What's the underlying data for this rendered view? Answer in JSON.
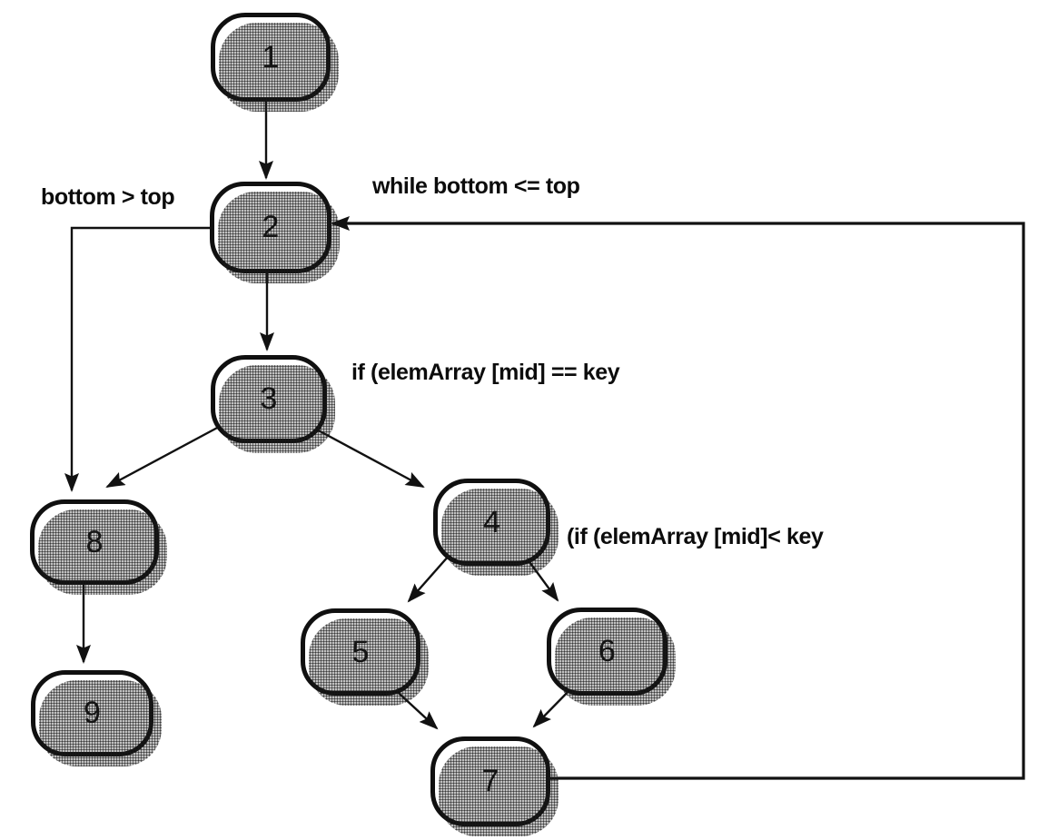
{
  "figure": {
    "type": "control-flow-graph",
    "background": "#ffffff",
    "line_color": "#111111",
    "node_fill": "#ffffff",
    "node_border": "#101010",
    "shadow_style": "stippled-halftone"
  },
  "nodes": [
    {
      "id": "1",
      "label": "1"
    },
    {
      "id": "2",
      "label": "2"
    },
    {
      "id": "3",
      "label": "3"
    },
    {
      "id": "4",
      "label": "4"
    },
    {
      "id": "5",
      "label": "5"
    },
    {
      "id": "6",
      "label": "6"
    },
    {
      "id": "7",
      "label": "7"
    },
    {
      "id": "8",
      "label": "8"
    },
    {
      "id": "9",
      "label": "9"
    }
  ],
  "edge_labels": {
    "bottom_gt_top": "bottom > top",
    "while_loop": "while bottom <= top",
    "if_equal": "if (elemArray [mid] == key",
    "if_less": "(if (elemArray [mid]< key"
  },
  "edges": [
    {
      "from": "1",
      "to": "2"
    },
    {
      "from": "2",
      "to": "3"
    },
    {
      "from": "2",
      "to": "8",
      "label": "bottom > top"
    },
    {
      "from": "3",
      "to": "8"
    },
    {
      "from": "3",
      "to": "4",
      "label": "if (elemArray [mid] == key"
    },
    {
      "from": "4",
      "to": "5"
    },
    {
      "from": "4",
      "to": "6",
      "label": "(if (elemArray [mid]< key"
    },
    {
      "from": "5",
      "to": "7"
    },
    {
      "from": "6",
      "to": "7"
    },
    {
      "from": "7",
      "to": "2",
      "label": "while bottom <= top"
    },
    {
      "from": "8",
      "to": "9"
    }
  ]
}
